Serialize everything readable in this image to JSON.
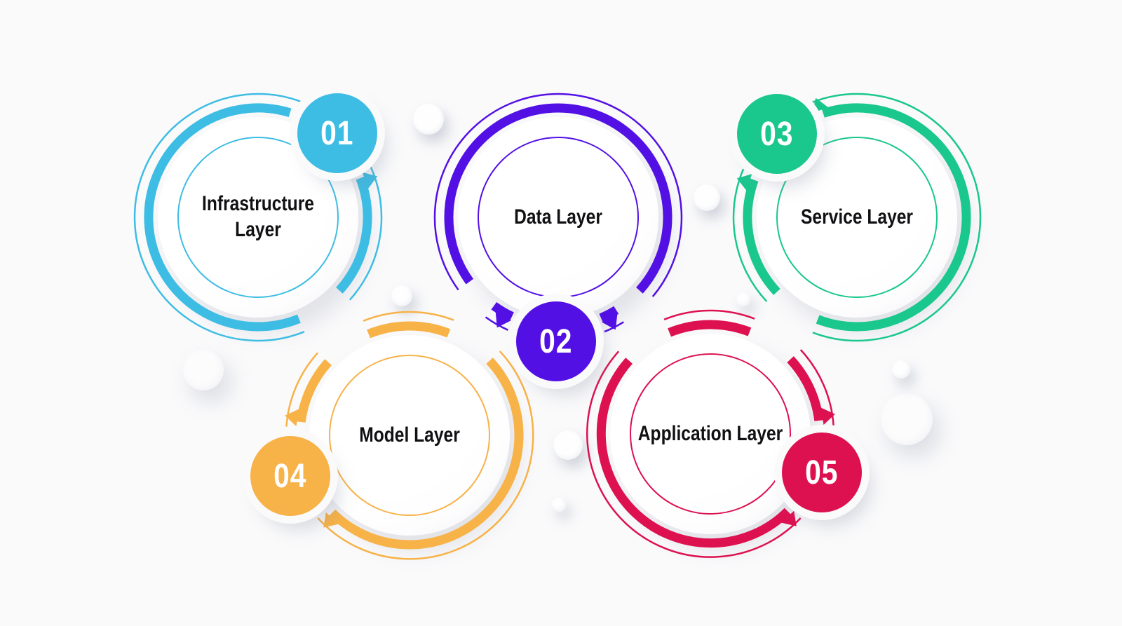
{
  "background_color": "#FAFAFB",
  "text_color": "#111114",
  "badge_text_color": "#FFFFFF",
  "layers": [
    {
      "number": "01",
      "label": "Infrastructure Layer",
      "color": "#3EBDE4"
    },
    {
      "number": "02",
      "label": "Data Layer",
      "color": "#5310E5"
    },
    {
      "number": "03",
      "label": "Service Layer",
      "color": "#1AC78D"
    },
    {
      "number": "04",
      "label": "Model Layer",
      "color": "#F7B248"
    },
    {
      "number": "05",
      "label": "Application Layer",
      "color": "#DD1150"
    }
  ]
}
